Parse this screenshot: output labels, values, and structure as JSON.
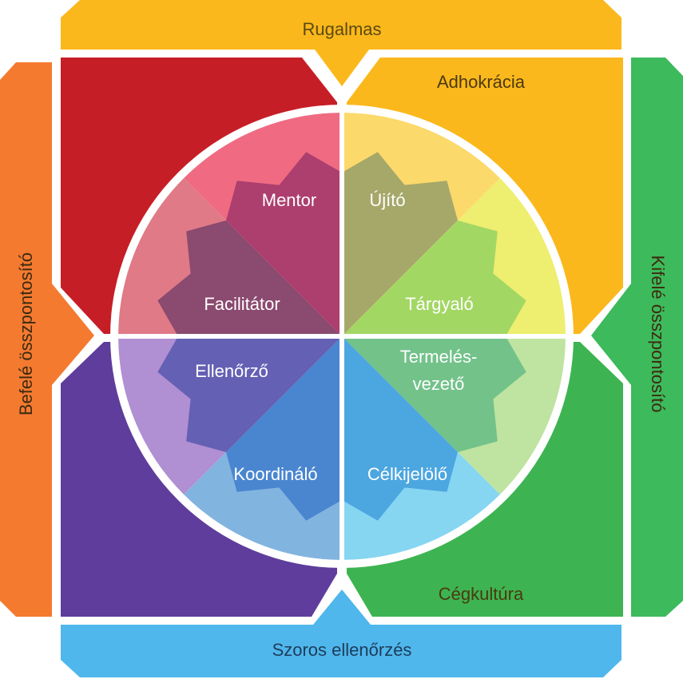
{
  "bands": {
    "top": {
      "label": "Rugalmas",
      "color": "#fbb81c"
    },
    "bottom": {
      "label": "Szoros ellenőrzés",
      "color": "#4fb7ec"
    },
    "left": {
      "label": "Befelé összpontosító",
      "color": "#f47a30"
    },
    "right": {
      "label": "Kifelé összpontosító",
      "color": "#3dba5c"
    }
  },
  "quadrants": {
    "top_left": {
      "label": "",
      "color": "#c61e26"
    },
    "top_right": {
      "label": "Adhokrácia",
      "color": "#fbb81c"
    },
    "bottom_left": {
      "label": "",
      "color": "#5e3d9c"
    },
    "bottom_right": {
      "label": "Cégkultúra",
      "color": "#3db451"
    }
  },
  "roles": {
    "mentor": {
      "label": "Mentor",
      "color": "#ad3f6f",
      "tip": "#f06b82"
    },
    "facilitator": {
      "label": "Facilitátor",
      "color": "#8b4a6f",
      "tip": "#e07a86"
    },
    "innovator": {
      "label": "Újító",
      "color": "#a6a86a",
      "tip": "#fbd96a"
    },
    "broker": {
      "label": "Tárgyaló",
      "color": "#a3d764",
      "tip": "#eeee70"
    },
    "monitor": {
      "label": "Ellenőrző",
      "color": "#6460b4",
      "tip": "#b08fd2"
    },
    "coordinator": {
      "label": "Koordináló",
      "color": "#4a86d0",
      "tip": "#82b4e0"
    },
    "producer": {
      "label_line1": "Termelés-",
      "label_line2": "vezető",
      "color": "#72c28a",
      "tip": "#bfe3a0"
    },
    "director": {
      "label": "Célkijelölő",
      "color": "#4ca6e0",
      "tip": "#86d6f2"
    }
  }
}
